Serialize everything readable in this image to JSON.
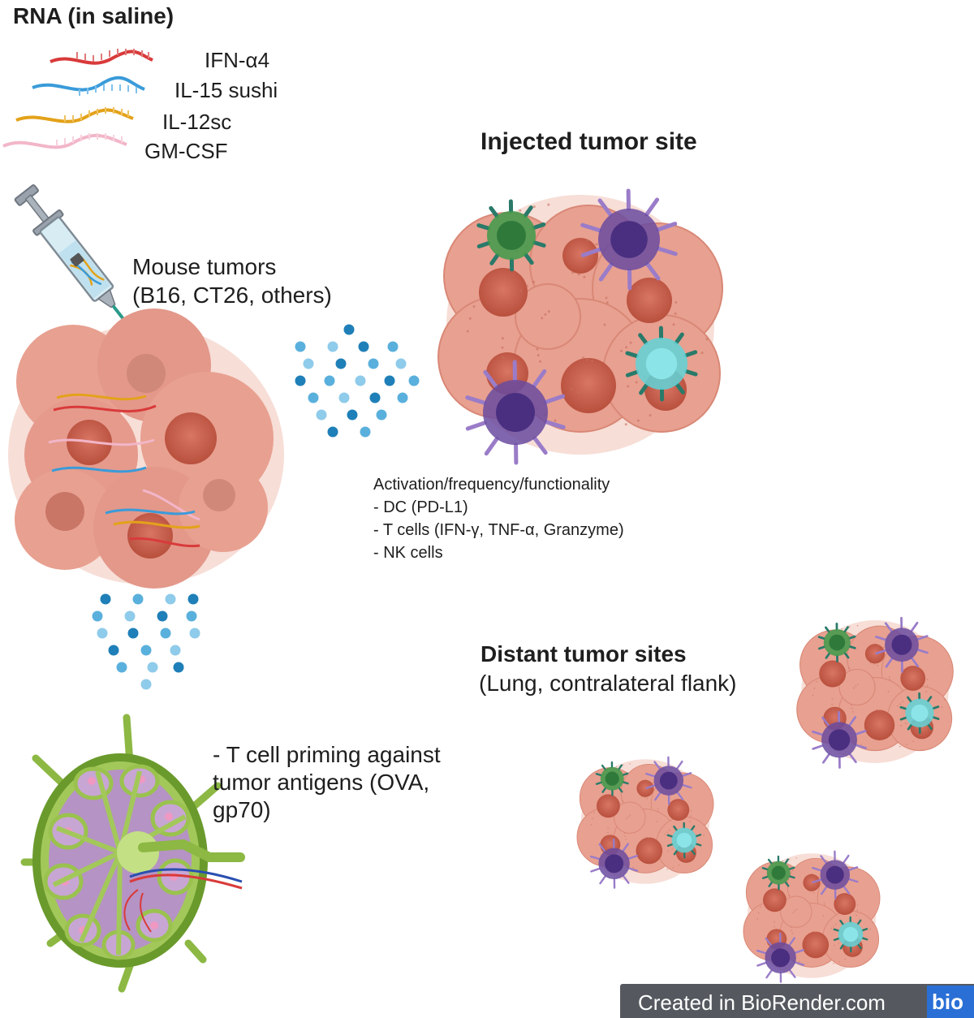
{
  "rna": {
    "heading": "RNA (in saline)",
    "items": [
      "IFN-α4",
      "IL-15 sushi",
      "IL-12sc",
      "GM-CSF"
    ]
  },
  "mouse_tumors": {
    "line1": "Mouse  tumors",
    "line2": "(B16, CT26, others)"
  },
  "injected_site": {
    "title": "Injected tumor site"
  },
  "readouts": {
    "title": "Activation/frequency/functionality",
    "items": [
      "- DC (PD-L1)",
      "- T cells (IFN-γ, TNF-α, Granzyme)",
      "- NK cells"
    ]
  },
  "distant_sites": {
    "title": "Distant tumor sites",
    "subtitle": "(Lung, contralateral flank)"
  },
  "lymph_node": {
    "line1": "- T cell priming against",
    "line2": "tumor antigens (OVA,",
    "line3": "gp70)"
  },
  "footer": {
    "created_text": "Created in BioRender.com",
    "logo_text": "bio"
  },
  "colors": {
    "ifn_rna": "#d93a3a",
    "il15_rna": "#3a9bd9",
    "il12_rna": "#e3a21a",
    "gmcsf_rna": "#f2b6c8",
    "tumor_cell": "#e8a090",
    "nucleus": "#c8604e",
    "green_cell": "#3d9a4b",
    "purple_cell": "#6a4ba0",
    "cyan_cell": "#5fd4d8",
    "cytokine_dot": "#2f8fc8",
    "lymph_node_outline": "#6a9a2c",
    "lymph_node_fill": "#a882b8",
    "footer_bar": "#55595f",
    "footer_logo": "#2a6fd6"
  }
}
